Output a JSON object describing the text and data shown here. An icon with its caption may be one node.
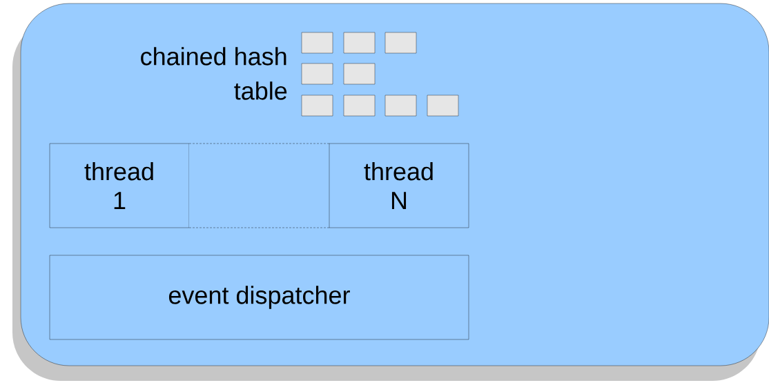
{
  "diagram": {
    "nodes": [
      {
        "text": [],
        "shape": "box"
      },
      {
        "text": [
          "thread 1"
        ],
        "in": 0
      },
      {
        "text": [],
        "shape": "box",
        "in": 0
      },
      {
        "text": [
          "thread N"
        ],
        "in": 0
      },
      {
        "text": [
          "event dispatcher"
        ],
        "in": 0
      }
    ],
    "labels": [
      "chained hash table"
    ]
  }
}
